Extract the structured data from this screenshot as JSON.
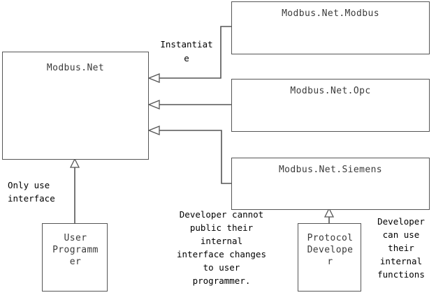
{
  "diagram": {
    "type": "uml-component-diagram",
    "background_color": "#ffffff",
    "box_border_color": "#555555",
    "box_title_color": "#3a3a3a",
    "note_text_color": "#000000",
    "edge_color": "#555555",
    "boxes": {
      "modbus_net": {
        "label": "Modbus.Net"
      },
      "modbus_net_modbus": {
        "label": "Modbus.Net.Modbus"
      },
      "modbus_net_opc": {
        "label": "Modbus.Net.Opc"
      },
      "modbus_net_siemens": {
        "label": "Modbus.Net.Siemens"
      },
      "user_programmer": {
        "label": "User\nProgramm\ner"
      },
      "protocol_developer": {
        "label": "Protocol\nDevelope\nr"
      }
    },
    "labels": {
      "instantiate": "Instantiat\ne",
      "only_use_interface": "Only use\ninterface",
      "developer_cannot_public": "Developer cannot\npublic their\ninternal\ninterface changes\nto user\nprogrammer.",
      "developer_can_use": "Developer\ncan use\ntheir\ninternal\nfunctions"
    },
    "edges": [
      {
        "name": "modbus-realizes-modbus-net",
        "from": "modbus_net_modbus",
        "to": "modbus_net",
        "arrow": "hollow-triangle"
      },
      {
        "name": "opc-realizes-modbus-net",
        "from": "modbus_net_opc",
        "to": "modbus_net",
        "arrow": "hollow-triangle"
      },
      {
        "name": "siemens-realizes-modbus-net",
        "from": "modbus_net_siemens",
        "to": "modbus_net",
        "arrow": "hollow-triangle"
      },
      {
        "name": "user-programmer-uses-modbus-net",
        "from": "user_programmer",
        "to": "modbus_net",
        "arrow": "hollow-triangle"
      },
      {
        "name": "protocol-developer-implements-siemens",
        "from": "protocol_developer",
        "to": "modbus_net_siemens",
        "arrow": "hollow-triangle"
      }
    ]
  }
}
